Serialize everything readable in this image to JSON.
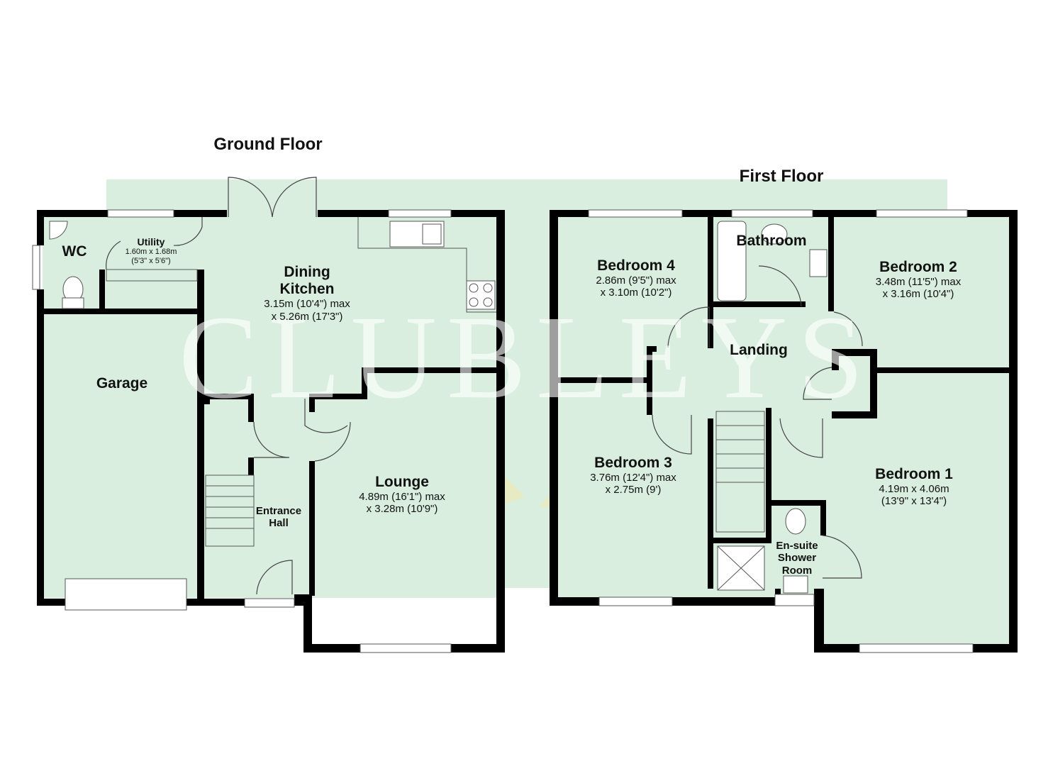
{
  "watermark": "CLUBLEYS",
  "colors": {
    "fill": "#d9eedf",
    "wall": "#000000",
    "brand_accent": "#f5e9a8"
  },
  "floors": [
    {
      "title": "Ground Floor",
      "rooms": [
        {
          "name": "WC",
          "dim": ""
        },
        {
          "name": "Utility",
          "dim1": "1.60m x 1.68m",
          "dim2": "(5'3\" x 5'6\")"
        },
        {
          "name": "Dining",
          "name2": "Kitchen",
          "dim1": "3.15m (10'4\") max",
          "dim2": "x 5.26m (17'3\")"
        },
        {
          "name": "Garage"
        },
        {
          "name": "Entrance",
          "name2": "Hall"
        },
        {
          "name": "Lounge",
          "dim1": "4.89m (16'1\") max",
          "dim2": "x 3.28m (10'9\")"
        }
      ]
    },
    {
      "title": "First Floor",
      "rooms": [
        {
          "name": "Bedroom 4",
          "dim1": "2.86m (9'5\") max",
          "dim2": "x 3.10m (10'2\")"
        },
        {
          "name": "Bathroom"
        },
        {
          "name": "Bedroom 2",
          "dim1": "3.48m (11'5\") max",
          "dim2": "x 3.16m (10'4\")"
        },
        {
          "name": "Landing"
        },
        {
          "name": "Bedroom 3",
          "dim1": "3.76m (12'4\") max",
          "dim2": "x 2.75m (9')"
        },
        {
          "name": "Bedroom 1",
          "dim1": "4.19m x 4.06m",
          "dim2": "(13'9\" x 13'4\")"
        },
        {
          "name": "En-suite",
          "name2": "Shower",
          "name3": "Room"
        }
      ]
    }
  ]
}
